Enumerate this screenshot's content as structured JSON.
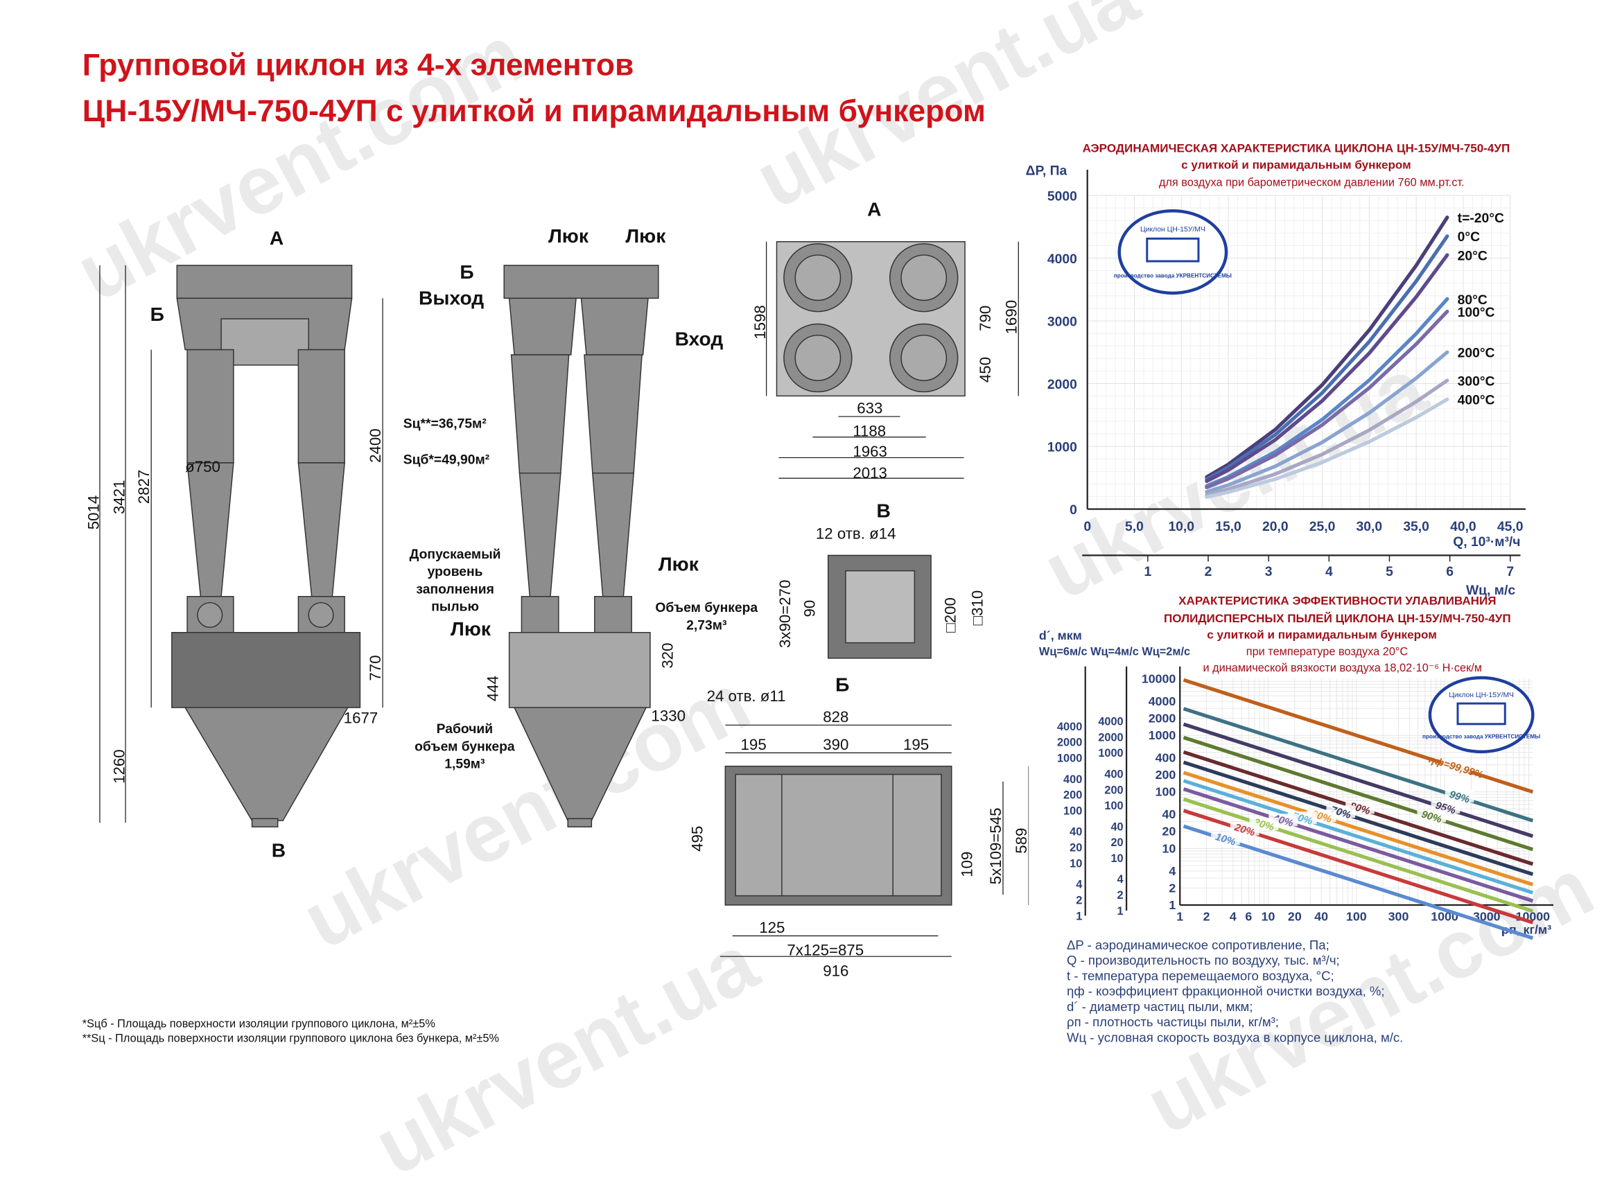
{
  "title": {
    "line1": "Групповой циклон из 4-х элементов",
    "line2": "ЦН-15У/МЧ-750-4УП с улиткой и пирамидальным бункером"
  },
  "watermark": [
    "ukrvent.com",
    "ukrvent.ua",
    "ukrvent.com",
    "ukrvent.ua",
    "ukrvent.com",
    "ukrvent.ua"
  ],
  "front": {
    "labels": [
      "А",
      "Б",
      "ø750",
      "5014",
      "3421",
      "2827",
      "2400",
      "770",
      "1260",
      "1677",
      "В"
    ]
  },
  "side": {
    "hatch1": "Люк",
    "hatch2": "Люк",
    "b": "Б",
    "outlet": "Выход",
    "inlet": "Вход",
    "s1": "Sц**=36,75м²",
    "s2": "Sцб*=49,90м²",
    "fill_level": [
      "Допускаемый",
      "уровень",
      "заполнения",
      "пылью"
    ],
    "hatch3": "Люк",
    "hopper_volume": [
      "Объем бункера",
      "2,73м³"
    ],
    "hatch4": "Люк",
    "d320": "320",
    "d444": "444",
    "d1330": "1330",
    "work_volume": [
      "Рабочий",
      "объем бункера",
      "1,59м³"
    ]
  },
  "planA": {
    "labels": [
      "А",
      "1598",
      "790",
      "1690",
      "450",
      "633",
      "1188",
      "1963",
      "2013"
    ]
  },
  "viewB": {
    "labels": [
      "В",
      "12 отв. ø14",
      "3x90=270",
      "90",
      "□200",
      "□310"
    ]
  },
  "viewBb": {
    "labels": [
      "Б",
      "24 отв. ø11",
      "828",
      "195",
      "390",
      "195",
      "495",
      "5x109=545",
      "589",
      "109",
      "125",
      "7x125=875",
      "916"
    ]
  },
  "footnotes": [
    "*Sцб - Площадь поверхности изоляции группового циклона, м²±5%",
    "**Sц - Площадь поверхности изоляции группового циклона без бункера, м²±5%"
  ],
  "logo": {
    "text_top": "Циклон ЦН-15У/МЧ",
    "text_bottom": "производство завода УКРВЕНТСИСТЕМЫ"
  },
  "chart_data": [
    {
      "type": "line",
      "title": "АЭРОДИНАМИЧЕСКАЯ  ХАРАКТЕРИСТИКА  ЦИКЛОНА ЦН-15У/МЧ-750-4УП",
      "subtitle": "с улиткой и пирамидальным бункером",
      "note": "для воздуха при барометрическом давлении 760 мм.рт.ст.",
      "ylabel": "ΔP, Па",
      "xlabel": "Q, 10³·м³/ч",
      "x2label": "Wц, м/с",
      "xlim": [
        0,
        45
      ],
      "ylim": [
        0,
        5000
      ],
      "grid": true,
      "xticks": [
        "0",
        "5,0",
        "10,0",
        "15,0",
        "20,0",
        "25,0",
        "30,0",
        "35,0",
        "40,0",
        "45,0"
      ],
      "yticks": [
        "0",
        "1000",
        "2000",
        "3000",
        "4000",
        "5000"
      ],
      "x2ticks": [
        "1",
        "2",
        "3",
        "4",
        "5",
        "6",
        "7"
      ],
      "x": [
        12.7,
        15,
        20,
        25,
        30,
        35,
        38.3
      ],
      "series": [
        {
          "name": "t=-20°C",
          "color": "#4a3f78",
          "values": [
            511,
            713,
            1268,
            1981,
            2853,
            3884,
            4650
          ]
        },
        {
          "name": "0°C",
          "color": "#4a6fb0",
          "values": [
            478,
            667,
            1186,
            1853,
            2669,
            3633,
            4350
          ]
        },
        {
          "name": "20°C",
          "color": "#5e4a8c",
          "values": [
            445,
            621,
            1104,
            1726,
            2485,
            3382,
            4050
          ]
        },
        {
          "name": "80°C",
          "color": "#5a86c8",
          "values": [
            368,
            514,
            913,
            1427,
            2055,
            2797,
            3350
          ]
        },
        {
          "name": "100°C",
          "color": "#7a6aa8",
          "values": [
            346,
            483,
            859,
            1342,
            1932,
            2630,
            3150
          ]
        },
        {
          "name": "200°C",
          "color": "#8aa4d0",
          "values": [
            275,
            383,
            682,
            1065,
            1533,
            2087,
            2500
          ]
        },
        {
          "name": "300°C",
          "color": "#a8a8c4",
          "values": [
            225,
            315,
            559,
            873,
            1258,
            1712,
            2050
          ]
        },
        {
          "name": "400°C",
          "color": "#bccae0",
          "values": [
            192,
            269,
            477,
            746,
            1074,
            1461,
            1750
          ]
        }
      ]
    },
    {
      "type": "line",
      "scale": "log-log",
      "title": "ХАРАКТЕРИСТИКА  ЭФФЕКТИВНОСТИ УЛАВЛИВАНИЯ",
      "title2": "ПОЛИДИСПЕРСНЫХ ПЫЛЕЙ ЦИКЛОНА ЦН-15У/МЧ-750-4УП",
      "subtitle": "с улиткой и пирамидальным бункером",
      "note1": "при температуре воздуха 20°С",
      "note2": "и динамической вязкости воздуха  18,02·10⁻⁶ Н·сек/м",
      "ylabel": "d´, мкм",
      "xlabel": "ρп, кг/м³",
      "xlim": [
        1,
        10000
      ],
      "ylim": [
        1,
        10000
      ],
      "grid": true,
      "xticks": [
        "1",
        "2",
        "4",
        "6",
        "10",
        "20",
        "40",
        "100",
        "300",
        "1000",
        "3000",
        "10000"
      ],
      "yticks": [
        "1",
        "2",
        "4",
        "10",
        "20",
        "40",
        "100",
        "200",
        "400",
        "1000",
        "2000",
        "4000",
        "10000"
      ],
      "axes_w": [
        {
          "name": "Wц=6м/с",
          "ticks": [
            "1",
            "2",
            "4",
            "10",
            "20",
            "40",
            "100",
            "200",
            "400",
            "1000",
            "2000",
            "4000"
          ]
        },
        {
          "name": "Wц=4м/с",
          "ticks": [
            "1",
            "2",
            "4",
            "10",
            "20",
            "40",
            "100",
            "200",
            "400",
            "1000",
            "2000",
            "4000"
          ]
        },
        {
          "name": "Wц=2м/с"
        }
      ],
      "x": [
        1,
        10000
      ],
      "series": [
        {
          "name": "ηф=99,99%",
          "color": "#c0601a",
          "values": [
            10000,
            100
          ]
        },
        {
          "name": "99%",
          "color": "#3d7283",
          "values": [
            3100,
            31
          ]
        },
        {
          "name": "95%",
          "color": "#463a66",
          "values": [
            1650,
            16.5
          ]
        },
        {
          "name": "90%",
          "color": "#5e7a30",
          "values": [
            960,
            9.6
          ]
        },
        {
          "name": "80%",
          "color": "#6a2a2e",
          "values": [
            530,
            5.3
          ]
        },
        {
          "name": "70%",
          "color": "#2c3c5c",
          "values": [
            350,
            3.5
          ]
        },
        {
          "name": "60%",
          "color": "#e8902a",
          "values": [
            230,
            2.3
          ]
        },
        {
          "name": "50%",
          "color": "#5ab0d8",
          "values": [
            165,
            1.65
          ]
        },
        {
          "name": "40%",
          "color": "#7a5aa0",
          "values": [
            118,
            1.18
          ]
        },
        {
          "name": "30%",
          "color": "#9ac050",
          "values": [
            78,
            0.78
          ]
        },
        {
          "name": "20%",
          "color": "#c83a3a",
          "values": [
            49,
            0.49
          ]
        },
        {
          "name": "10%",
          "color": "#5a8ad0",
          "values": [
            26,
            0.26
          ]
        }
      ]
    }
  ],
  "legend": [
    "ΔP - аэродинамическое сопротивление, Па;",
    "Q - производительность по воздуху, тыс. м³/ч;",
    "t - температура перемещаемого воздуха, °С;",
    "ηф - коэффициент фракционной очистки воздуха, %;",
    "d´ - диаметр частиц пыли, мкм;",
    "ρп - плотность частицы пыли, кг/м³;",
    "Wц - условная скорость воздуха в корпусе циклона, м/с."
  ]
}
